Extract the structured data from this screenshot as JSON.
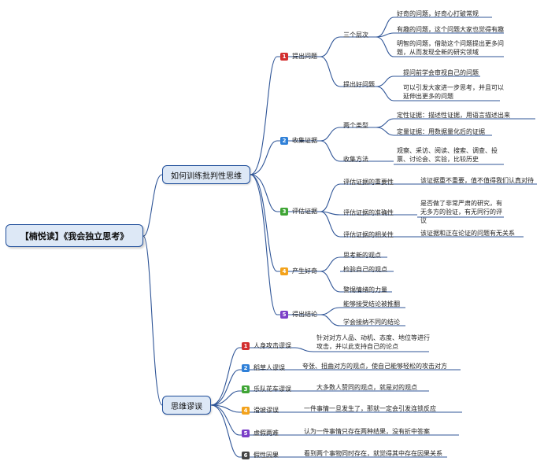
{
  "root": {
    "title": "【楠悦读】《我会独立思考》"
  },
  "branch1": {
    "title": "如何训练批判性思维",
    "q": {
      "label": "提出问题",
      "levels": {
        "label": "三个层次",
        "items": [
          "好奇的问题，好奇心打破常规",
          "有趣的问题，这个问题大家也觉得有趣",
          "明智的问题，借助这个问题提出更多问题，从而发现全新的研究领域"
        ]
      },
      "good": {
        "label": "提出好问题",
        "items": [
          "提问前学会审视自己的问题",
          "可以引发大家进一步思考，并且可以延伸出更多的问题"
        ]
      }
    },
    "e": {
      "label": "收集证据",
      "types": {
        "label": "两个类型",
        "items": [
          "定性证据：描述性证据，用语言描述出来",
          "定量证据：用数据量化后的证据"
        ]
      },
      "methods": {
        "label": "收集方法",
        "detail": "观察、采访、阅读、搜索、调查、投票、讨论会、实验，比较历史"
      }
    },
    "a": {
      "label": "评估证据",
      "items": [
        {
          "label": "评估证据的重要性",
          "detail": "该证据重不重要，值不值得我们认真对待"
        },
        {
          "label": "评估证据的准确性",
          "detail": "是否做了非常严肃的研究，有无多方的验证，有无同行的评议"
        },
        {
          "label": "评估证据的相关性",
          "detail": "该证据和正在论证的问题有无关系"
        }
      ]
    },
    "c": {
      "label": "产生好奇",
      "items": [
        "思考新的观点",
        "检验自己的观点",
        "警惕情绪的力量"
      ]
    },
    "d": {
      "label": "得出结论",
      "items": [
        "能够接受结论被推翻",
        "学会接纳不同的结论"
      ]
    }
  },
  "branch2": {
    "title": "思维谬误",
    "items": [
      {
        "label": "人身攻击谬误",
        "detail": "针对对方人品、动机、态度、地位等进行攻击，并以此支持自己的论点"
      },
      {
        "label": "稻草人谬误",
        "detail": "夸张、扭曲对方的观点，使自己能够轻松的攻击对方"
      },
      {
        "label": "乐队花车谬误",
        "detail": "大多数人赞同的观点，就是对的观点"
      },
      {
        "label": "滑坡谬误",
        "detail": "一件事情一旦发生了，那就一定会引发连锁反应"
      },
      {
        "label": "虚假两难",
        "detail": "认为一件事情只存在两种结果，没有折中答案"
      },
      {
        "label": "假性因果",
        "detail": "看到两个事物同时存在，就觉得其中存在因果关系"
      }
    ]
  },
  "badges": [
    "1",
    "2",
    "3",
    "4",
    "5",
    "6"
  ],
  "colors": {
    "line": "#2f5597",
    "node_fill": "#dde8f6",
    "badge": [
      "#d32f2f",
      "#2f80d8",
      "#3fa535",
      "#f3a21b",
      "#7b3fc8",
      "#444444"
    ]
  }
}
